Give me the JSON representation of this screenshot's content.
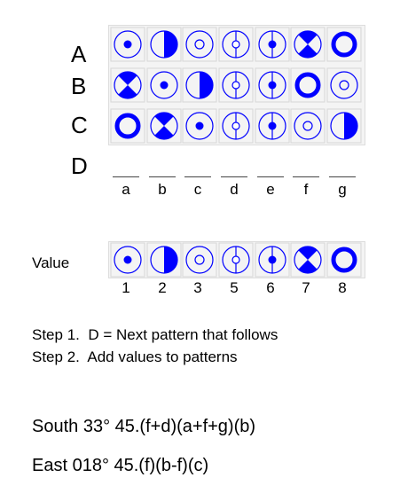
{
  "row_labels": [
    "A",
    "B",
    "C",
    "D"
  ],
  "column_letters": [
    "a",
    "b",
    "c",
    "d",
    "e",
    "f",
    "g"
  ],
  "value_label": "Value",
  "values": [
    "1",
    "2",
    "3",
    "5",
    "6",
    "7",
    "8"
  ],
  "step1": "Step 1.  D = Next pattern that follows",
  "step2": "Step 2.  Add values to patterns",
  "south": "South 33° 45.(f+d)(a+f+g)(b)",
  "east": "East 018° 45.(f)(b-f)(c)",
  "accent_color": "#0000ff",
  "symbol_key": [
    "dot",
    "half",
    "ring",
    "line",
    "linedot",
    "hourglass",
    "thick"
  ],
  "grid_patterns": [
    [
      "dot",
      "half",
      "ring",
      "line",
      "linedot",
      "hourglass",
      "thick"
    ],
    [
      "hourglass",
      "dot",
      "half",
      "line",
      "linedot",
      "thick",
      "ring"
    ],
    [
      "thick",
      "hourglass",
      "dot",
      "line",
      "linedot",
      "ring",
      "half"
    ]
  ]
}
